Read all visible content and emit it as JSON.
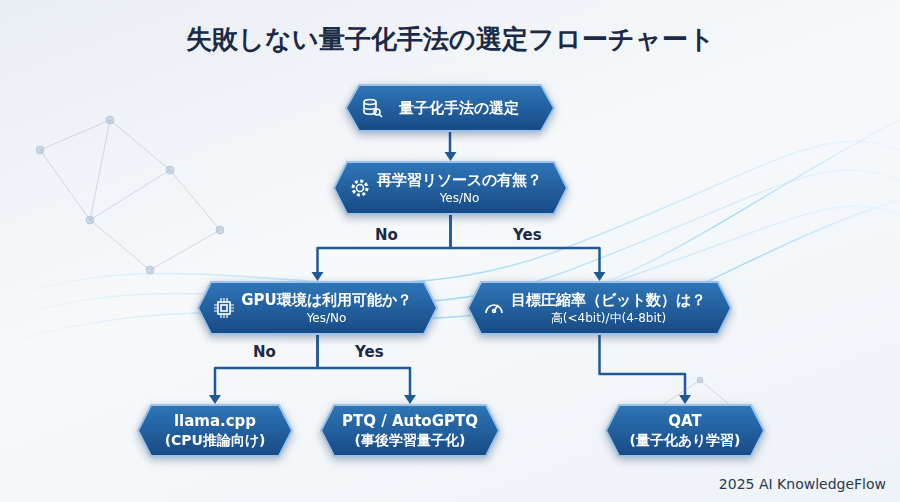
{
  "diagram": {
    "title": "失敗しない量子化手法の選定フローチャート",
    "nodes": [
      {
        "text": [
          "量子化手法の選定"
        ]
      },
      {
        "text": [
          "再学習リソースの有無？",
          "Yes/No"
        ]
      },
      {
        "text": [
          "GPU環境は利用可能か？",
          "Yes/No"
        ]
      },
      {
        "text": [
          "目標圧縮率（ビット数）は？",
          "高(<4bit)/中(4-8bit)"
        ]
      },
      {
        "text": [
          "llama.cpp",
          "(CPU推論向け)"
        ]
      },
      {
        "text": [
          "PTQ / AutoGPTQ",
          "(事後学習量子化)"
        ]
      },
      {
        "text": [
          "QAT",
          "(量子化あり学習)"
        ]
      }
    ],
    "edges": [
      {
        "from": 0,
        "to": 1,
        "arrow": "to"
      },
      {
        "from": 1,
        "to": 2,
        "label": "No",
        "arrow": "to"
      },
      {
        "from": 1,
        "to": 3,
        "label": "Yes",
        "arrow": "to"
      },
      {
        "from": 2,
        "to": 4,
        "label": "No",
        "arrow": "to"
      },
      {
        "from": 2,
        "to": 5,
        "label": "Yes",
        "arrow": "to"
      },
      {
        "from": 3,
        "to": 6,
        "arrow": "to"
      }
    ],
    "labels": [
      "2025 AI KnowledgeFlow"
    ]
  }
}
